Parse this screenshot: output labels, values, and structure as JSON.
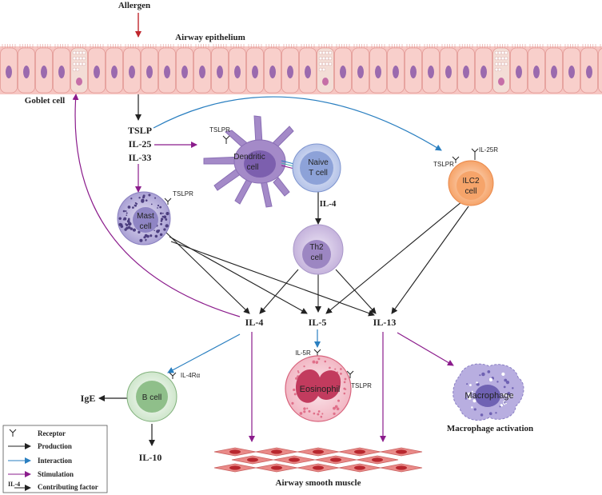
{
  "labels": {
    "allergen": "Allergen",
    "airway_epithelium": "Airway epithelium",
    "goblet_cell": "Goblet cell",
    "tslp": "TSLP",
    "il25": "IL-25",
    "il33": "IL-33",
    "tslpr": "TSLPR",
    "dendritic_cell_line1": "Dendritic",
    "dendritic_cell_line2": "cell",
    "naive_t_line1": "Naive",
    "naive_t_line2": "T cell",
    "il25r": "IL-25R",
    "ilc2_line1": "ILC2",
    "ilc2_line2": "cell",
    "mast_line1": "Mast",
    "mast_line2": "cell",
    "il4_top": "IL-4",
    "th2_line1": "Th2",
    "th2_line2": "cell",
    "il4": "IL-4",
    "il5": "IL-5",
    "il13": "IL-13",
    "il5r": "IL-5R",
    "il4ra": "IL-4Rα",
    "b_cell": "B cell",
    "ige": "IgE",
    "il10": "IL-10",
    "eosinophil": "Eosinophil",
    "macrophage": "Macrophage",
    "macrophage_activation": "Macrophage activation",
    "airway_smooth_muscle": "Airway smooth muscle"
  },
  "legend": {
    "receptor": "Receptor",
    "production": "Production",
    "interaction": "Interaction",
    "stimulation": "Stimulation",
    "contributing_factor": "Contributing factor",
    "contributing_example": "IL-4"
  },
  "colors": {
    "production": "#222222",
    "interaction": "#2a7fc0",
    "stimulation": "#8b1c8c",
    "allergen_arrow": "#c0272d",
    "epithelium": "#f6c6c2",
    "nucleus": "#9b6aae",
    "dendritic": "#a48ac8",
    "naive_t": "#8da2d8",
    "ilc2": "#f6a46a",
    "mast": "#c8c2e4",
    "th2": "#c5b3dc",
    "b_cell": "#8fbf8a",
    "eosinophil": "#e57f94",
    "macrophage": "#b8aee0",
    "muscle": "#e98a88"
  }
}
